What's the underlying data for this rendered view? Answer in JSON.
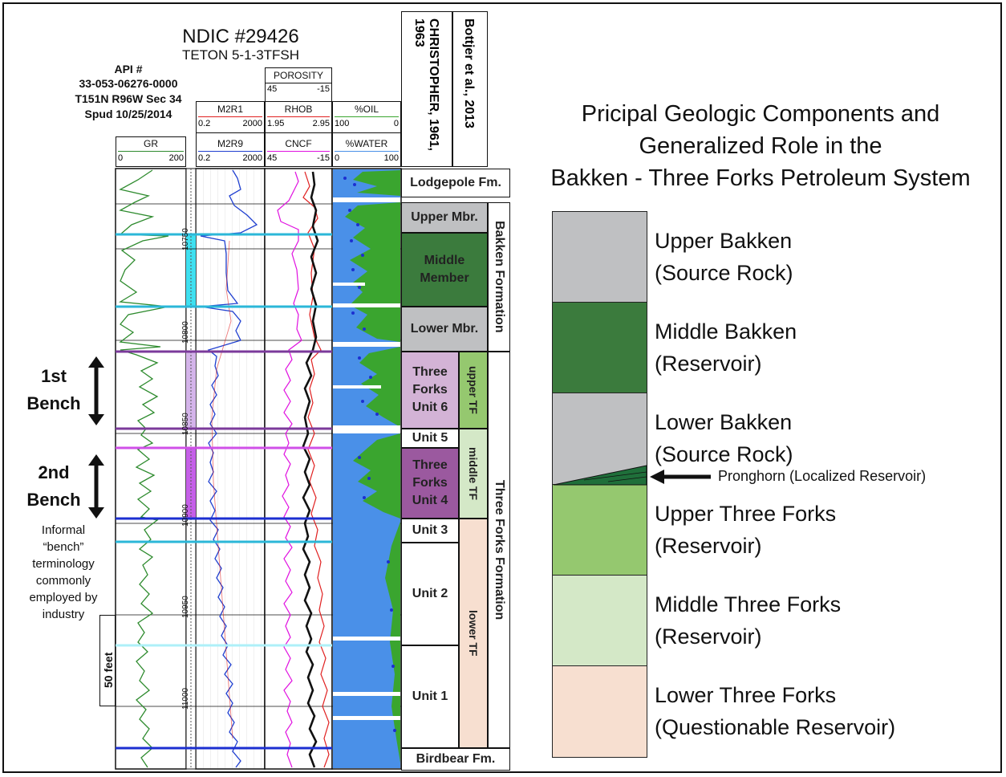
{
  "header": {
    "title": "NDIC #29426",
    "subtitle": "TETON  5-1-3TFSH",
    "api_label": "API #",
    "api_number": "33-053-06276-0000",
    "location": "T151N R96W Sec 34",
    "spud": "Spud 10/25/2014"
  },
  "tracks": {
    "gr": {
      "name": "GR",
      "min": "0",
      "max": "200"
    },
    "m2r1": {
      "name": "M2R1",
      "min": "0.2",
      "max": "2000"
    },
    "m2r9": {
      "name": "M2R9",
      "min": "0.2",
      "max": "2000"
    },
    "porosity": {
      "name": "POROSITY",
      "min": "45",
      "max": "-15"
    },
    "rhob": {
      "name": "RHOB",
      "min": "1.95",
      "max": "2.95"
    },
    "cncf": {
      "name": "CNCF",
      "min": "45",
      "max": "-15"
    },
    "oil": {
      "name": "%OIL",
      "min": "100",
      "max": "0"
    },
    "water": {
      "name": "%WATER",
      "min": "0",
      "max": "100"
    }
  },
  "depths": [
    "10750",
    "10800",
    "10850",
    "10900",
    "10950",
    "11000"
  ],
  "scale_bar": "50 feet",
  "columns": {
    "christopher": "CHRISTOPHER, 1961, 1963",
    "bottjer": "Bottjer et al., 2013"
  },
  "units": {
    "lodgepole": "Lodgepole Fm.",
    "upper_mbr": "Upper Mbr.",
    "middle_member": "Middle Member",
    "lower_mbr": "Lower Mbr.",
    "tf_unit6": "Three Forks Unit 6",
    "unit5": "Unit 5",
    "tf_unit4": "Three Forks Unit 4",
    "unit3": "Unit 3",
    "unit2": "Unit 2",
    "unit1": "Unit 1",
    "birdbear": "Birdbear Fm.",
    "upper_tf": "upper TF",
    "middle_tf": "middle TF",
    "lower_tf": "lower TF",
    "bakken_formation": "Bakken Formation",
    "three_forks_formation": "Three Forks Formation"
  },
  "benches": {
    "first": "1st Bench",
    "second": "2nd Bench",
    "note": "Informal “bench” terminology commonly employed by industry"
  },
  "diagram": {
    "title_line1": "Pricipal Geologic Components and",
    "title_line2": "Generalized Role in the",
    "title_line3": "Bakken - Three Forks Petroleum System",
    "components": [
      {
        "name": "Upper Bakken",
        "role": "(Source Rock)",
        "color": "#bfc0c2"
      },
      {
        "name": "Middle Bakken",
        "role": "(Reservoir)",
        "color": "#3b7b3d"
      },
      {
        "name": "Lower Bakken",
        "role": "(Source Rock)",
        "color": "#bfc0c2"
      },
      {
        "name": "Upper Three Forks",
        "role": "(Reservoir)",
        "color": "#95c86f"
      },
      {
        "name": "Middle Three Forks",
        "role": "(Reservoir)",
        "color": "#d4e8c7"
      },
      {
        "name": "Lower Three Forks",
        "role": "(Questionable Reservoir)",
        "color": "#f7dfd0"
      }
    ],
    "pronghorn": "Pronghorn (Localized Reservoir)"
  },
  "colors": {
    "gr_curve": "#2e8b2e",
    "m2r9_curve": "#1f3fd0",
    "m2r1_curve": "#e02020",
    "rhob_curve": "#e02020",
    "cncf_curve": "#e010e0",
    "water_fill": "#4a90e8",
    "oil_fill": "#3aa52f",
    "middle_bakken": "#3b7b3d",
    "tf_unit6": "#d3b3d6",
    "tf_unit4": "#9b599f",
    "upper_tf": "#95c86f",
    "middle_tf": "#d4e8c7",
    "lower_tf": "#f7dfd0",
    "marker_cyan": "#2bb7d8",
    "marker_purple": "#7b3a9b",
    "marker_magenta": "#d050e8",
    "marker_blue": "#1c2fd1"
  }
}
